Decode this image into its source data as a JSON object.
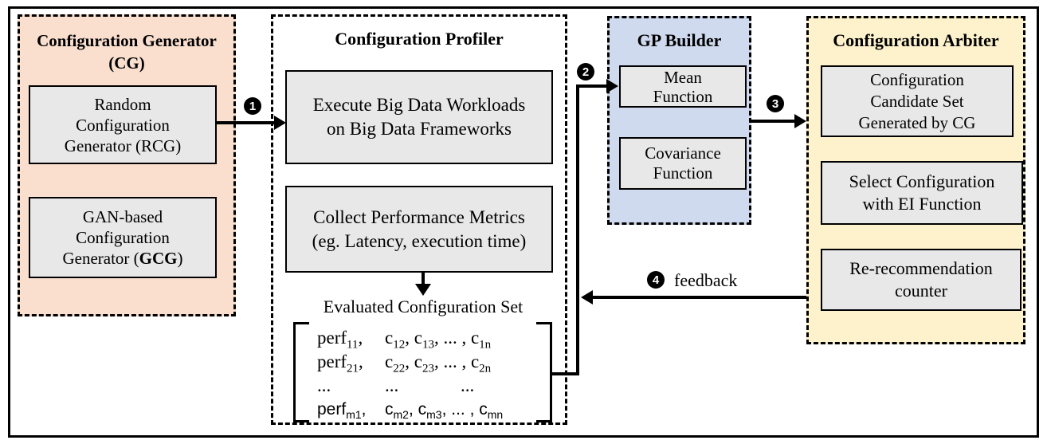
{
  "cg": {
    "title_line1": "Configuration Generator",
    "title_line2": "(CG)",
    "rcg": {
      "line1": "Random",
      "line2": "Configuration",
      "line3_prefix": "Generator (",
      "line3_acronym": "RCG",
      "line3_suffix": ")"
    },
    "gcg": {
      "line1": "GAN-based",
      "line2": "Configuration",
      "line3_prefix": "Generator (",
      "line3_acronym": "GCG",
      "line3_suffix": ")"
    }
  },
  "profiler": {
    "title": "Configuration Profiler",
    "execute_box": {
      "line1": "Execute Big Data Workloads",
      "line2": "on Big Data Frameworks"
    },
    "collect_box": {
      "line1": "Collect Performance Metrics",
      "line2": "(eg. Latency, execution time)"
    },
    "evaluated_label": "Evaluated Configuration Set",
    "matrix_rows": [
      {
        "font": "serif",
        "cols": [
          [
            {
              "t": "perf",
              "s": "11"
            },
            {
              "t": ","
            }
          ],
          [
            {
              "t": "c",
              "s": "12"
            },
            {
              "t": ", c",
              "s": "13"
            },
            {
              "t": ", ... , c",
              "s": "1n"
            }
          ]
        ]
      },
      {
        "font": "serif",
        "cols": [
          [
            {
              "t": "perf",
              "s": "21"
            },
            {
              "t": ","
            }
          ],
          [
            {
              "t": "c",
              "s": "22"
            },
            {
              "t": ", c",
              "s": "23"
            },
            {
              "t": ", ... , c",
              "s": "2n"
            }
          ]
        ]
      },
      {
        "font": "serif",
        "cols": [
          [
            {
              "t": "..."
            }
          ],
          [
            {
              "t": "..."
            }
          ],
          [
            {
              "t": "..."
            }
          ]
        ]
      },
      {
        "font": "sans",
        "cols": [
          [
            {
              "t": "perf",
              "s": "m1"
            },
            {
              "t": ","
            }
          ],
          [
            {
              "t": "c",
              "s": "m2"
            },
            {
              "t": ", c",
              "s": "m3"
            },
            {
              "t": ", ... , c",
              "s": "mn"
            }
          ]
        ]
      }
    ]
  },
  "gp": {
    "title": "GP Builder",
    "mean_box": {
      "line1": "Mean",
      "line2": "Function"
    },
    "covariance_box": {
      "line1": "Covariance",
      "line2": "Function"
    }
  },
  "arbiter": {
    "title": "Configuration Arbiter",
    "candidate_box": {
      "line1": "Configuration",
      "line2": "Candidate Set",
      "line3": "Generated by CG"
    },
    "select_box": {
      "line1": "Select Configuration",
      "line2": "with EI Function"
    },
    "counter_box": {
      "line1": "Re-recommendation",
      "line2": "counter"
    }
  },
  "steps": {
    "s1": "1",
    "s2": "2",
    "s3": "3",
    "s4": "4",
    "s4_label": "feedback"
  },
  "colors": {
    "cg_panel_bg": "#fadfcf",
    "gp_panel_bg": "#cfdaee",
    "arbiter_panel_bg": "#fdf2cc",
    "inner_box_bg": "#e8e8e8",
    "line_color": "#000000"
  }
}
